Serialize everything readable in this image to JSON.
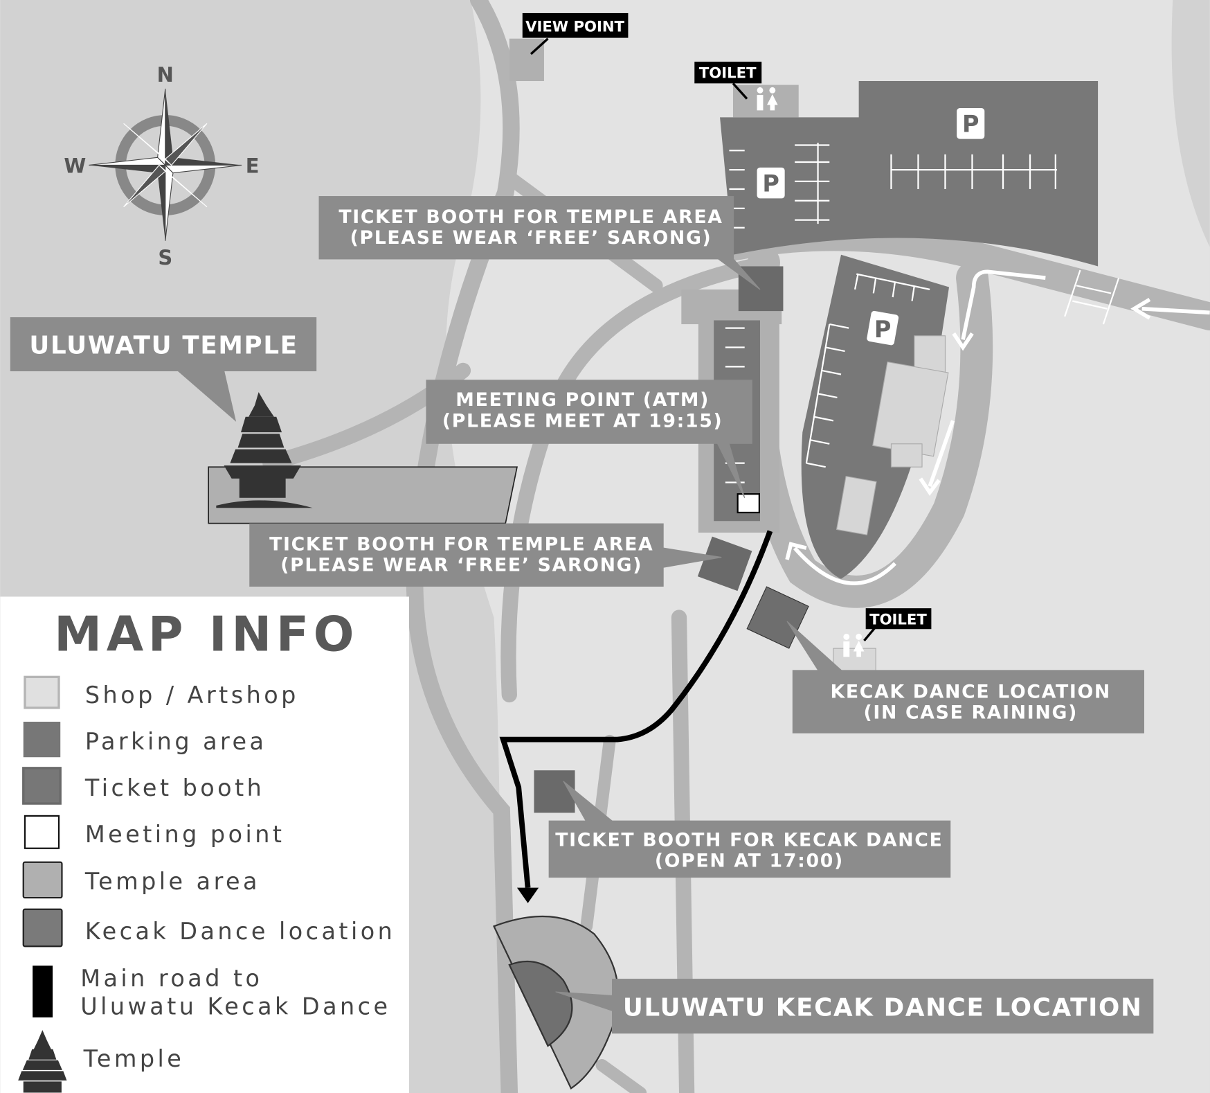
{
  "compass": {
    "n": "N",
    "s": "S",
    "e": "E",
    "w": "W"
  },
  "labels": {
    "view_point": "VIEW POINT",
    "toilet_top": "TOILET",
    "toilet_bottom": "TOILET",
    "ticket_temple_1": [
      "TICKET BOOTH FOR TEMPLE AREA",
      "(PLEASE WEAR ‘FREE’ SARONG)"
    ],
    "ticket_temple_2": [
      "TICKET BOOTH FOR TEMPLE AREA",
      "(PLEASE WEAR ‘FREE’ SARONG)"
    ],
    "uluwatu_temple": "ULUWATU TEMPLE",
    "meeting_point": [
      "MEETING POINT (ATM)",
      "(PLEASE MEET AT 19:15)"
    ],
    "kecak_rain": [
      "KECAK DANCE LOCATION",
      "(IN CASE RAINING)"
    ],
    "ticket_kecak": [
      "TICKET BOOTH FOR KECAK DANCE",
      "(OPEN AT 17:00)"
    ],
    "kecak_location": "ULUWATU KECAK DANCE LOCATION",
    "parking_sign": "P"
  },
  "legend": {
    "title": "MAP INFO",
    "items": [
      {
        "label": "Shop / Artshop",
        "color": "#e0e0e0"
      },
      {
        "label": "Parking area",
        "color": "#777777"
      },
      {
        "label": "Ticket booth",
        "color": "#777777"
      },
      {
        "label": "Meeting point",
        "color": "#ffffff"
      },
      {
        "label": "Temple area",
        "color": "#b0b0b0"
      },
      {
        "label": "Kecak Dance location",
        "color": "#7a7a7a"
      },
      {
        "label": [
          "Main road to",
          "Uluwatu Kecak Dance"
        ],
        "color": "#000000"
      },
      {
        "label": "Temple",
        "icon": "temple-icon"
      }
    ]
  }
}
